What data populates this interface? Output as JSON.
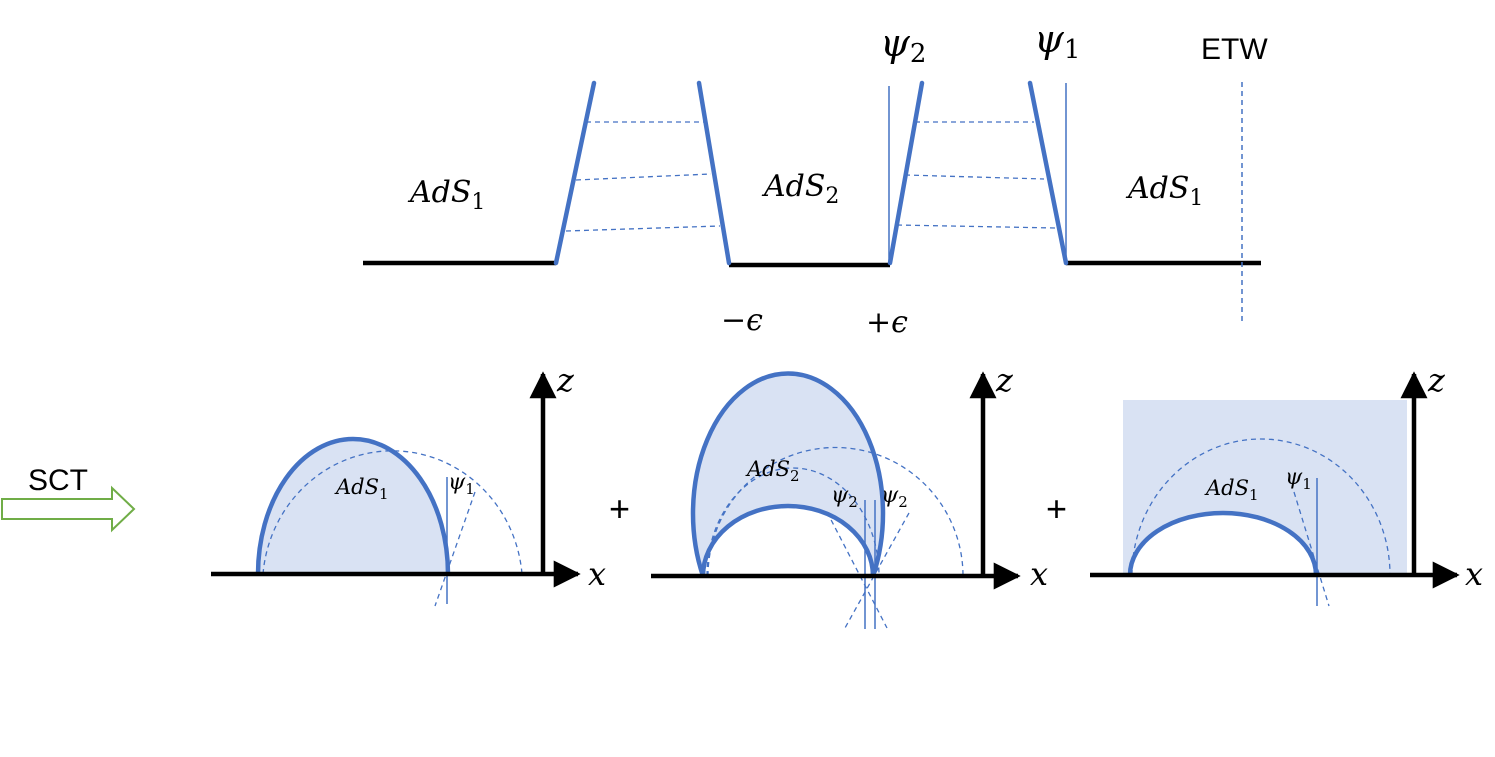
{
  "colors": {
    "ink": "#000000",
    "wall": "#4472C4",
    "fill": "#D9E2F3",
    "arrow": "#70AD47"
  },
  "top": {
    "region_left": {
      "base": "AdS",
      "sub": "1"
    },
    "region_middle": {
      "base": "AdS",
      "sub": "2"
    },
    "region_right": {
      "base": "AdS",
      "sub": "1"
    },
    "brane_psi2": {
      "base": "ψ",
      "sub": "2"
    },
    "brane_psi1": {
      "base": "ψ",
      "sub": "1"
    },
    "etw": "ETW",
    "minus_eps": "−ϵ",
    "plus_eps": "+ϵ"
  },
  "sct_label": "SCT",
  "plus_sign": "+",
  "panels": [
    {
      "axis_x": "x",
      "axis_z": "z",
      "region": {
        "base": "AdS",
        "sub": "1"
      },
      "angle": {
        "base": "ψ",
        "sub": "1"
      }
    },
    {
      "axis_x": "x",
      "axis_z": "z",
      "region": {
        "base": "AdS",
        "sub": "2"
      },
      "angle_left": {
        "base": "ψ",
        "sub": "2"
      },
      "angle_right": {
        "base": "ψ",
        "sub": "2"
      }
    },
    {
      "axis_x": "x",
      "axis_z": "z",
      "region": {
        "base": "AdS",
        "sub": "1"
      },
      "angle": {
        "base": "ψ",
        "sub": "1"
      }
    }
  ]
}
